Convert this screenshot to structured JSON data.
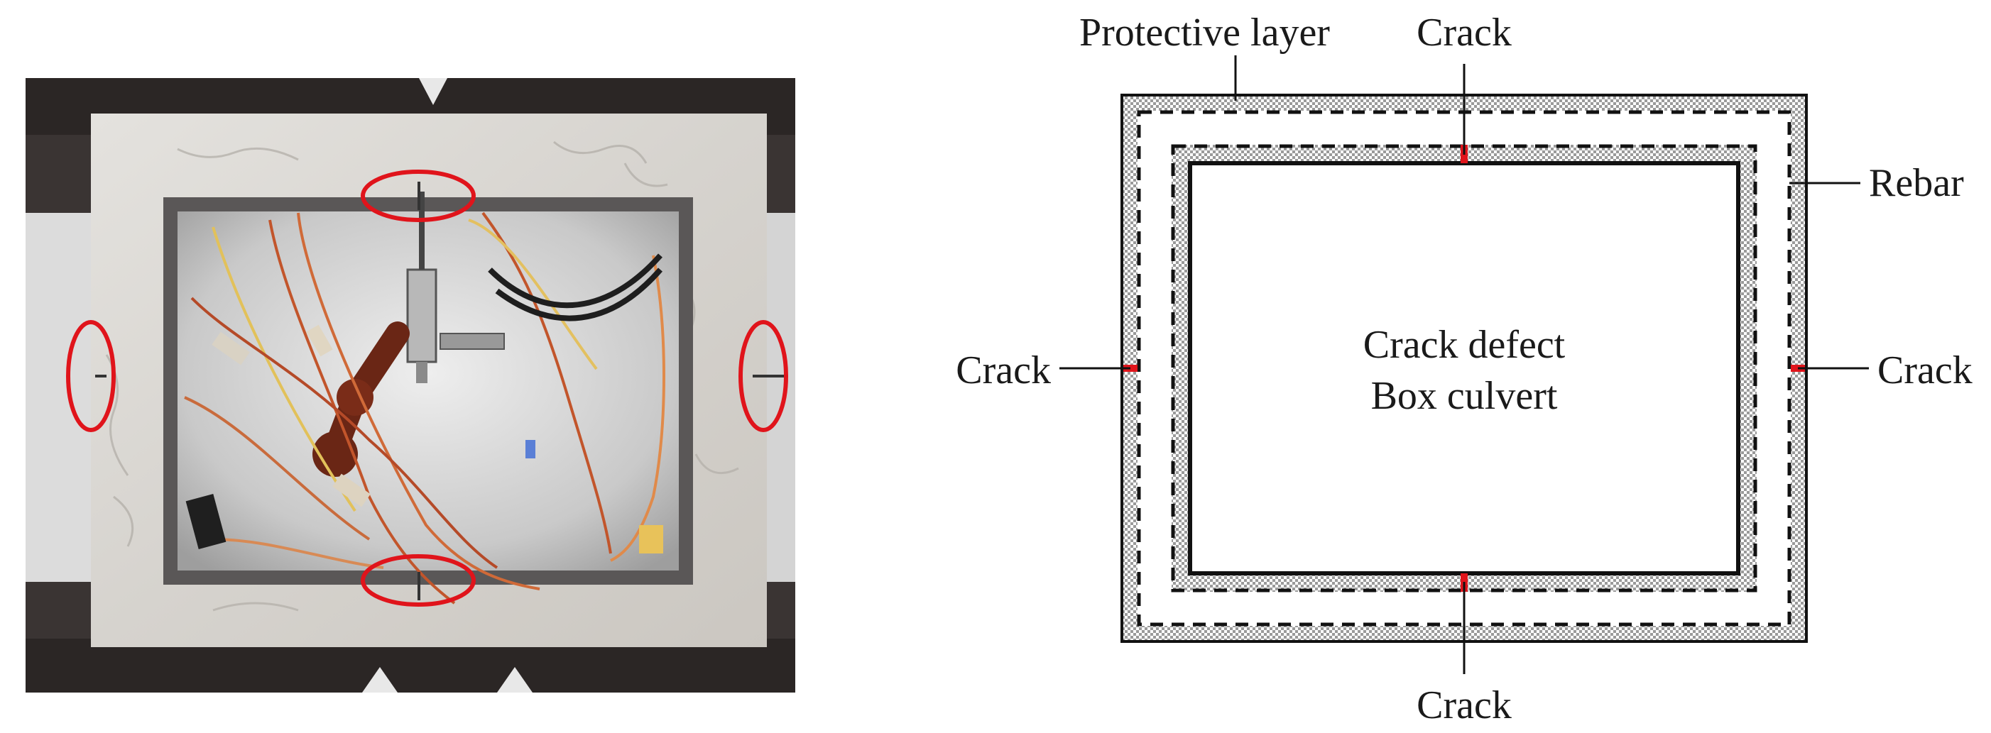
{
  "photo": {
    "description_marks": "four red ellipses mark crack locations at the top, bottom, left and right walls of the tested box culvert",
    "marker_color": "#e0141b"
  },
  "diagram": {
    "labels": {
      "protective_layer": "Protective layer",
      "crack_top": "Crack",
      "crack_bottom": "Crack",
      "crack_left": "Crack",
      "crack_right": "Crack",
      "rebar": "Rebar",
      "center_line1": "Crack defect",
      "center_line2": "Box culvert"
    },
    "colors": {
      "outline": "#111111",
      "hatch": "#b8b8b8",
      "crack": "#e0141b"
    }
  }
}
